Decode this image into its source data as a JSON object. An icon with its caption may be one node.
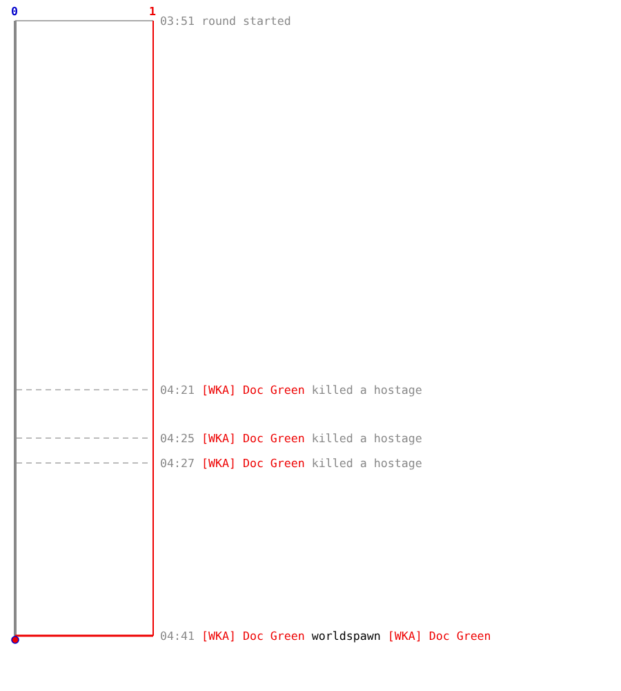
{
  "diagram": {
    "labels": [
      "0",
      "1",
      "03:51",
      "round started",
      "04:21",
      "[WKA] Doc Green",
      "killed a hostage",
      "04:25",
      "[WKA] Doc Green",
      "killed a hostage",
      "04:27",
      "[WKA] Doc Green",
      "killed a hostage",
      "04:41",
      "[WKA] Doc Green",
      "worldspawn",
      "[WKA] Doc Green"
    ]
  }
}
